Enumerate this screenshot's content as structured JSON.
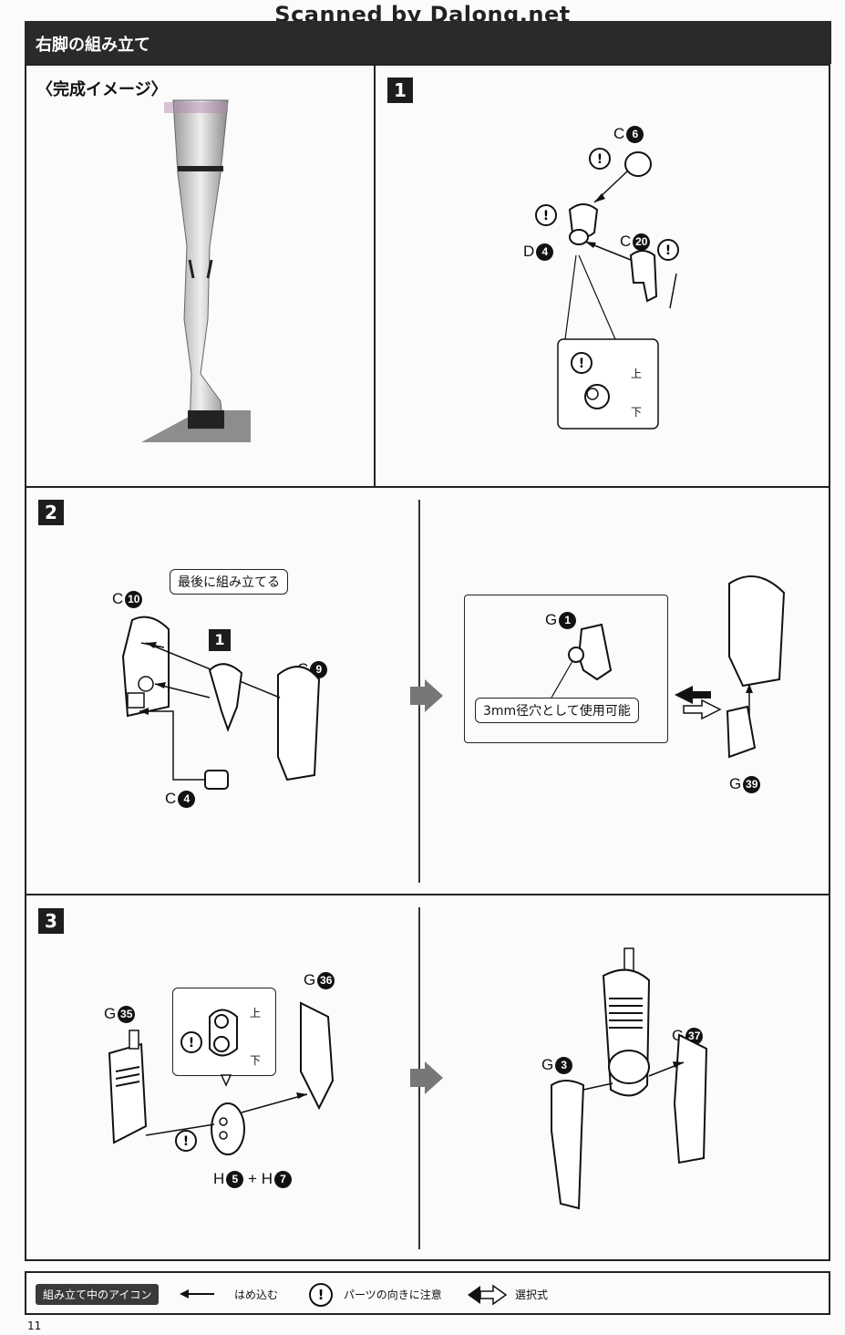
{
  "watermark": "Scanned by Dalong.net",
  "header": {
    "title": "右脚の組み立て"
  },
  "completion": {
    "label": "〈完成イメージ〉"
  },
  "steps": [
    {
      "number": "1"
    },
    {
      "number": "2"
    },
    {
      "number": "3"
    }
  ],
  "step1": {
    "parts": [
      {
        "letter": "C",
        "num": "6"
      },
      {
        "letter": "D",
        "num": "4"
      },
      {
        "letter": "C",
        "num": "20"
      }
    ],
    "orientation": {
      "up": "上",
      "down": "下"
    }
  },
  "step2": {
    "callout_last": "最後に組み立てる",
    "sub_badge": "1",
    "parts": [
      {
        "letter": "C",
        "num": "10"
      },
      {
        "letter": "C",
        "num": "9"
      },
      {
        "letter": "C",
        "num": "4"
      },
      {
        "letter": "G",
        "num": "1"
      },
      {
        "letter": "G",
        "num": "39"
      }
    ],
    "callout_hole": "3mm径穴として使用可能"
  },
  "step3": {
    "parts": [
      {
        "letter": "G",
        "num": "35"
      },
      {
        "letter": "G",
        "num": "36"
      },
      {
        "letter": "H",
        "num": "5"
      },
      {
        "letter": "H",
        "num": "7"
      },
      {
        "letter": "G",
        "num": "3"
      },
      {
        "letter": "G",
        "num": "37"
      }
    ],
    "plus": "+",
    "orientation": {
      "up": "上",
      "down": "下"
    }
  },
  "legend": {
    "title": "組み立て中のアイコン",
    "items": [
      {
        "icon": "arrow-left-icon",
        "label": "はめ込む"
      },
      {
        "icon": "caution-icon",
        "label": "パーツの向きに注意"
      },
      {
        "icon": "double-arrow-icon",
        "label": "選択式"
      }
    ]
  },
  "page_number": "11"
}
